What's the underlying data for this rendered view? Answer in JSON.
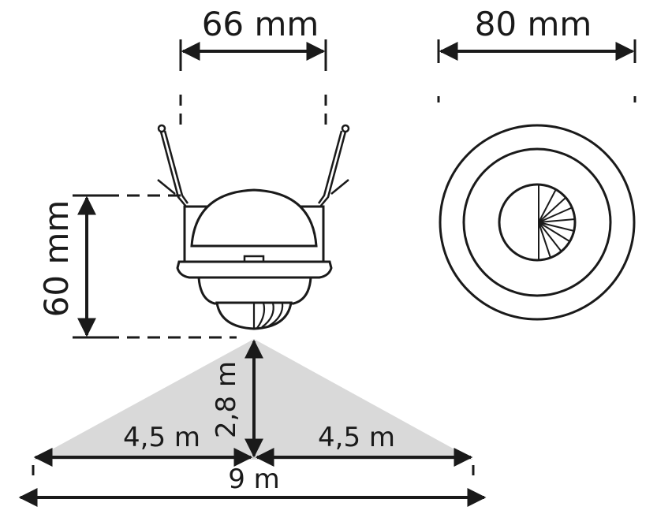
{
  "dimensions": {
    "width_label": "66 mm",
    "diameter_label": "80 mm",
    "height_label": "60 mm"
  },
  "detection": {
    "mount_height_label": "2,8 m",
    "left_radius_label": "4,5 m",
    "right_radius_label": "4,5 m",
    "total_diameter_label": "9 m"
  },
  "colors": {
    "line": "#1a1a1a",
    "coverage_fill": "#d9d9d9",
    "background": "#ffffff"
  }
}
